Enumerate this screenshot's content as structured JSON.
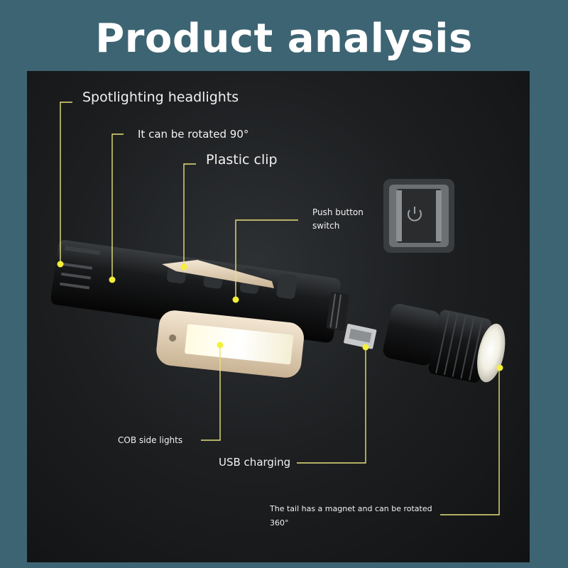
{
  "title": "Product analysis",
  "labels": {
    "spotlight": "Spotlighting headlights",
    "rotate90": "It can be rotated 90°",
    "clip": "Plastic clip",
    "push_button_1": "Push button",
    "push_button_2": "switch",
    "cob": "COB side lights",
    "usb": "USB charging",
    "tail": "The tail has a magnet and can be rotated 360°"
  },
  "colors": {
    "background": "#3d6473",
    "panel": "#1b1d1f",
    "callout_line": "#e6e07a",
    "callout_dot": "#f4f03a",
    "clip": "#e9d8bf"
  },
  "icons": {
    "power": "power-icon"
  }
}
